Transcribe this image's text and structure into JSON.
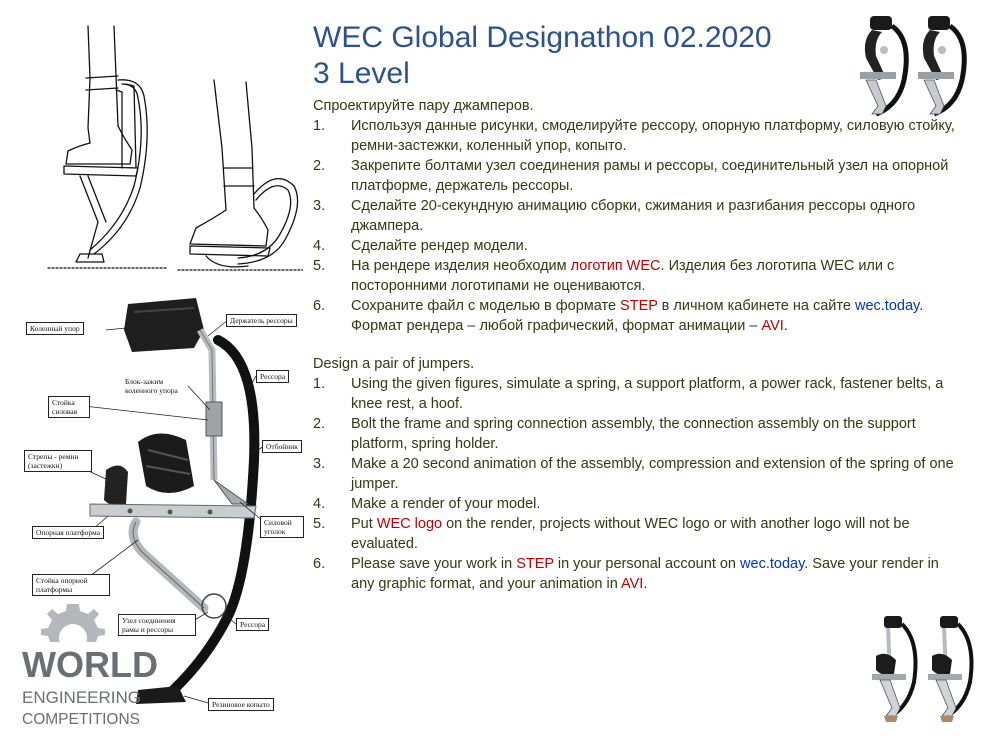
{
  "header": {
    "title_line1": "WEC Global Designathon 02.2020",
    "title_line2": "3 Level"
  },
  "ru": {
    "intro": "Спроектируйте пару джамперов.",
    "items": [
      {
        "num": "1.",
        "text": "Используя данные рисунки, смоделируйте рессору, опорную платформу, силовую стойку, ремни-застежки, коленный упор, копыто."
      },
      {
        "num": "2.",
        "text": "Закрепите болтами узел соединения рамы и рессоры, соединительный узел на опорной платформе, держатель рессоры."
      },
      {
        "num": "3.",
        "text": "Сделайте 20-секундную анимацию сборки, сжимания и разгибания рессоры одного джампера."
      },
      {
        "num": "4.",
        "text": "Сделайте рендер модели."
      },
      {
        "num": "5.",
        "a": "На рендере изделия необходим ",
        "b": "логотип WEC",
        "c": ". Изделия без логотипа WEC или с посторонними логотипами не оцениваются."
      },
      {
        "num": "6.",
        "a": "Сохраните файл с моделью в формате ",
        "b": "STEP",
        "c": " в личном кабинете на сайте ",
        "d": "wec.today",
        "e": ". Формат рендера – любой графический, формат анимации – ",
        "f": "AVI",
        "g": "."
      }
    ]
  },
  "en": {
    "intro": "Design a pair of jumpers.",
    "items": [
      {
        "num": "1.",
        "text": "Using the given figures, simulate a spring, a support platform, a power rack, fastener belts, a knee rest, a hoof."
      },
      {
        "num": "2.",
        "text": "Bolt the frame and spring connection assembly, the connection assembly on the support platform, spring holder."
      },
      {
        "num": "3.",
        "text": "Make a 20 second animation of the assembly, compression and extension of the spring of one jumper."
      },
      {
        "num": "4.",
        "text": "Make a render of your model."
      },
      {
        "num": "5.",
        "a": "Put ",
        "b": "WEC logo",
        "c": " on the render, projects without WEC logo or with another logo will not be evaluated."
      },
      {
        "num": "6.",
        "a": "Please save your work in ",
        "b": "STEP",
        "c": " in your personal account on ",
        "d": "wec.today",
        "e": ". Save your render in any graphic format, and your animation in ",
        "f": "AVI",
        "g": "."
      }
    ]
  },
  "callouts": {
    "knee_rest": "Коленный упор",
    "spring_holder": "Держатель рессоры",
    "spring_top": "Рессора",
    "knee_clamp": "Блок-зажим коленного упора",
    "power_rack": "Стойка силовая",
    "bumper": "Отбойник",
    "straps": "Стрепы - ремни (застежки)",
    "support_platform": "Опорная платформа",
    "power_corner": "Силовой уголок",
    "platform_rack": "Стойка опорной платформы",
    "joint": "Узел соединения рамы и рессоры",
    "spring_bottom": "Рессора",
    "rubber_hoof": "Резиновое копыто"
  },
  "logo": {
    "line1": "WORLD",
    "line2": "ENGINEERING",
    "line3": "COMPETITIONS"
  },
  "colors": {
    "title": "#2a5191",
    "body_text": "#2e3c10",
    "highlight_red": "#c00000",
    "link_blue": "#0033cc",
    "logo_gray": "#6b6e74"
  }
}
